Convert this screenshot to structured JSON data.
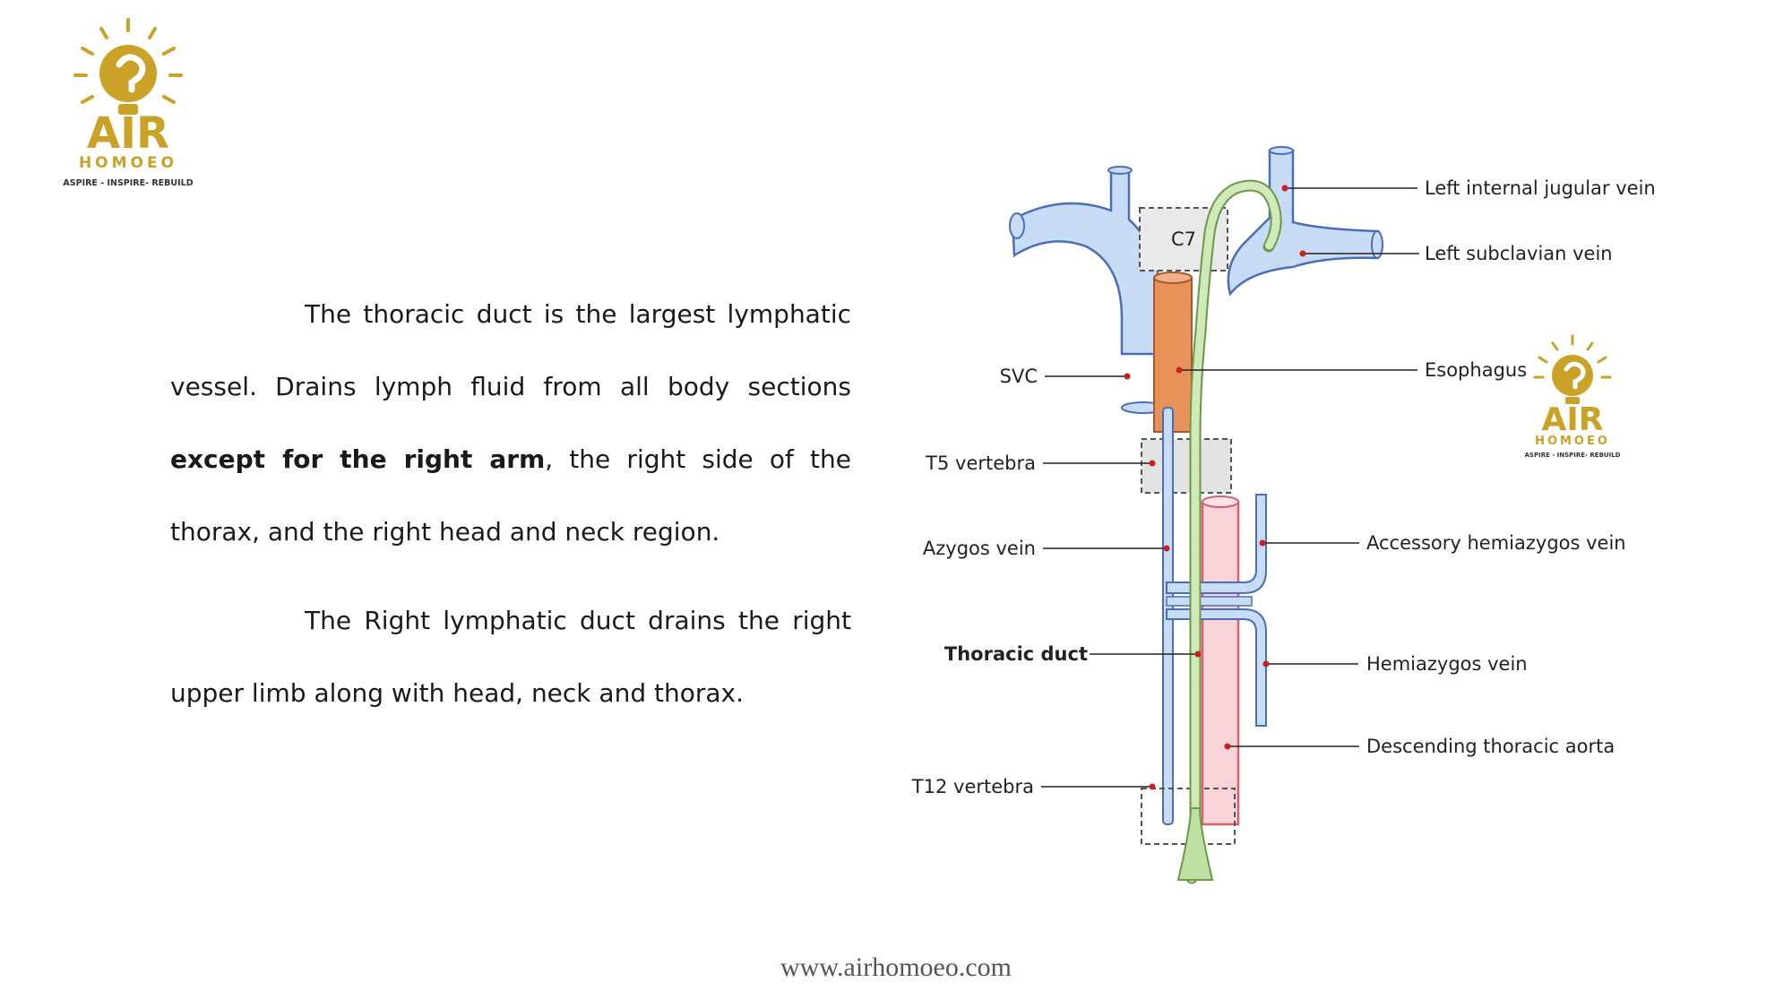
{
  "logo": {
    "wordmark": "AIR",
    "brand": "HOMOEO",
    "tagline": "ASPIRE - INSPIRE- REBUILD",
    "icon": "lightbulb-head-icon"
  },
  "paragraphs": [
    {
      "before": "The thoracic duct is the largest lymphatic vessel. Drains lymph fluid from all body sections ",
      "bold": "except for the right arm",
      "after": ", the right side of the thorax, and the right head and neck region."
    },
    {
      "text": "The Right lymphatic duct drains the right upper limb along with head, neck and thorax."
    }
  ],
  "diagram": {
    "box_labels": {
      "c7": "C7"
    },
    "labels_left": {
      "svc": "SVC",
      "t5": "T5 vertebra",
      "azygos": "Azygos vein",
      "thoracic_duct": "Thoracic duct",
      "t12": "T12 vertebra"
    },
    "labels_right": {
      "left_ijv": "Left internal jugular vein",
      "left_subclavian": "Left subclavian vein",
      "esophagus": "Esophagus",
      "accessory_hemiazygos": "Accessory hemiazygos vein",
      "hemiazygos": "Hemiazygos vein",
      "aorta": "Descending thoracic aorta"
    },
    "colors": {
      "vein": "#c9dcf5",
      "vein_stroke": "#4a6fb8",
      "lymph": "#cfe9b8",
      "lymph_stroke": "#6a9a4a",
      "esophagus": "#e8925a",
      "aorta": "#f8d4d8",
      "aorta_stroke": "#d9606f",
      "pointer": "#cc1f1f",
      "brand_gold": "#c9a227"
    }
  },
  "footer": {
    "url": "www.airhomoeo.com"
  }
}
